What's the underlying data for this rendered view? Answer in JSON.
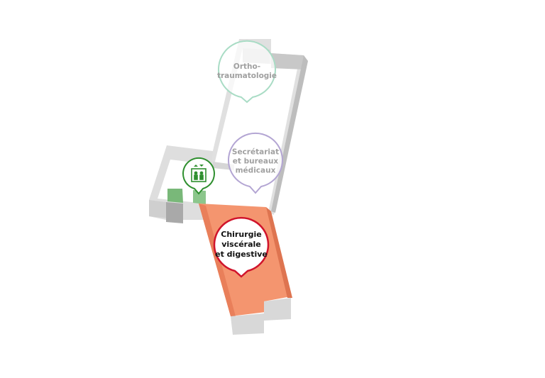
{
  "map": {
    "zones": [
      {
        "id": "ortho",
        "label_lines": [
          "Ortho-",
          "traumatologie"
        ],
        "color": "#a9dcc5",
        "highlighted": false
      },
      {
        "id": "secretariat",
        "label_lines": [
          "Secrétariat",
          "et bureaux",
          "médicaux"
        ],
        "color": "#b3a5d3",
        "highlighted": false
      },
      {
        "id": "chirurgie",
        "label_lines": [
          "Chirurgie",
          "viscérale",
          "et digestive"
        ],
        "color": "#d0132b",
        "highlighted": true,
        "fill": "#f4956f"
      }
    ],
    "elevator": {
      "icon": "elevator-icon",
      "color": "#2f8f2f"
    }
  }
}
